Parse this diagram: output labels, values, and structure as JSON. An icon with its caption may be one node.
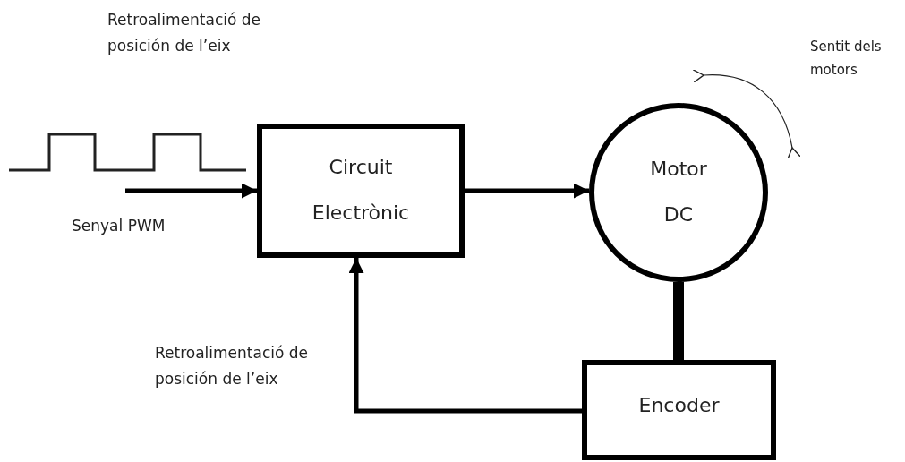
{
  "diagram": {
    "nodes": [
      {
        "text": [
          "Circuit Electrònic"
        ]
      },
      {
        "text": [
          "Motor DC"
        ]
      },
      {
        "text": [
          "Encoder"
        ]
      }
    ],
    "edges": [
      {
        "from": null,
        "to": 0,
        "arrow": "to",
        "label": "Senyal PWM"
      },
      {
        "from": 0,
        "to": 1,
        "arrow": "to"
      },
      {
        "from": 2,
        "to": 1,
        "arrow": "none",
        "style": "thick"
      },
      {
        "from": 2,
        "to": 0,
        "arrow": "to",
        "label": "Retroalimentació de posición de l’eix"
      }
    ],
    "labels": [
      "Retroalimentació de posición de l’eix",
      "Sentit dels motors"
    ]
  }
}
